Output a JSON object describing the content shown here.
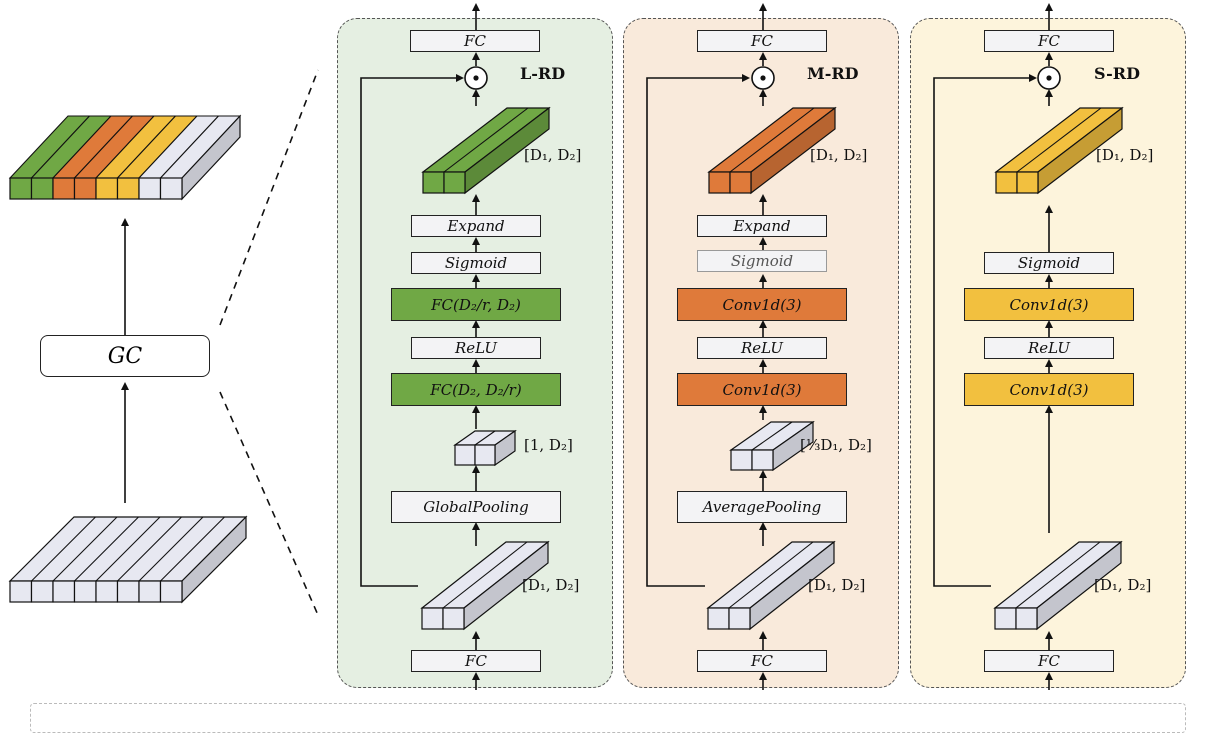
{
  "colors": {
    "green_panel": "#e5efe2",
    "orange_panel": "#f9eadb",
    "yellow_panel": "#fdf4dc",
    "green": "#70a845",
    "orange": "#df7a3a",
    "yellow": "#f2c03f",
    "light": "#e7e8f1",
    "box_fill": "#f3f3f5"
  },
  "left": {
    "gc_label": "GC"
  },
  "panels": [
    {
      "title": "L-RD",
      "fc_top": "FC",
      "fc_bottom": "FC",
      "dims_top": "[D₁, D₂]",
      "dims_bottom": "[D₁, D₂]",
      "dims_mid": "[1, D₂]",
      "expand": "Expand",
      "sigmoid": "Sigmoid",
      "layer_upper": "FC(D₂/r, D₂)",
      "relu": "ReLU",
      "layer_lower": "FC(D₂, D₂/r)",
      "pooling": "GlobalPooling"
    },
    {
      "title": "M-RD",
      "fc_top": "FC",
      "fc_bottom": "FC",
      "dims_top": "[D₁, D₂]",
      "dims_bottom": "[D₁, D₂]",
      "dims_mid": "[⅓D₁, D₂]",
      "expand": "Expand",
      "sigmoid": "Sigmoid",
      "layer_upper": "Conv1d(3)",
      "relu": "ReLU",
      "layer_lower": "Conv1d(3)",
      "pooling": "AveragePooling"
    },
    {
      "title": "S-RD",
      "fc_top": "FC",
      "fc_bottom": "FC",
      "dims_top": "[D₁, D₂]",
      "dims_bottom": "[D₁, D₂]",
      "sigmoid": "Sigmoid",
      "layer_upper": "Conv1d(3)",
      "relu": "ReLU",
      "layer_lower": "Conv1d(3)"
    }
  ]
}
